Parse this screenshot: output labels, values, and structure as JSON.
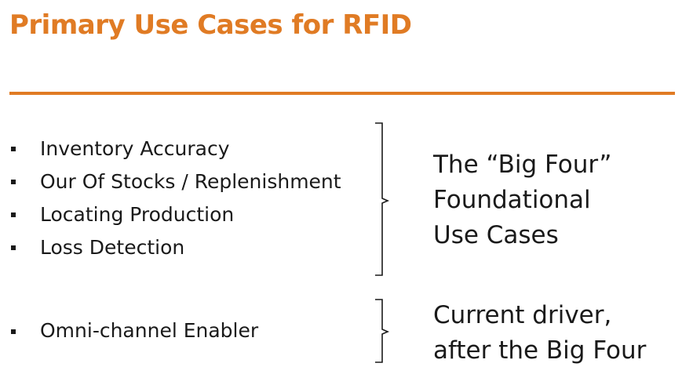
{
  "slide": {
    "title": "Primary Use Cases for RFID",
    "accent_color": "#e07b24"
  },
  "group_one": {
    "items": [
      "Inventory Accuracy",
      "Our Of Stocks / Replenishment",
      "Locating Production",
      "Loss Detection"
    ],
    "label_lines": [
      "The “Big Four”",
      "Foundational",
      "Use Cases"
    ]
  },
  "group_two": {
    "items": [
      "Omni-channel Enabler"
    ],
    "label_lines": [
      "Current driver,",
      "after the Big Four"
    ]
  }
}
